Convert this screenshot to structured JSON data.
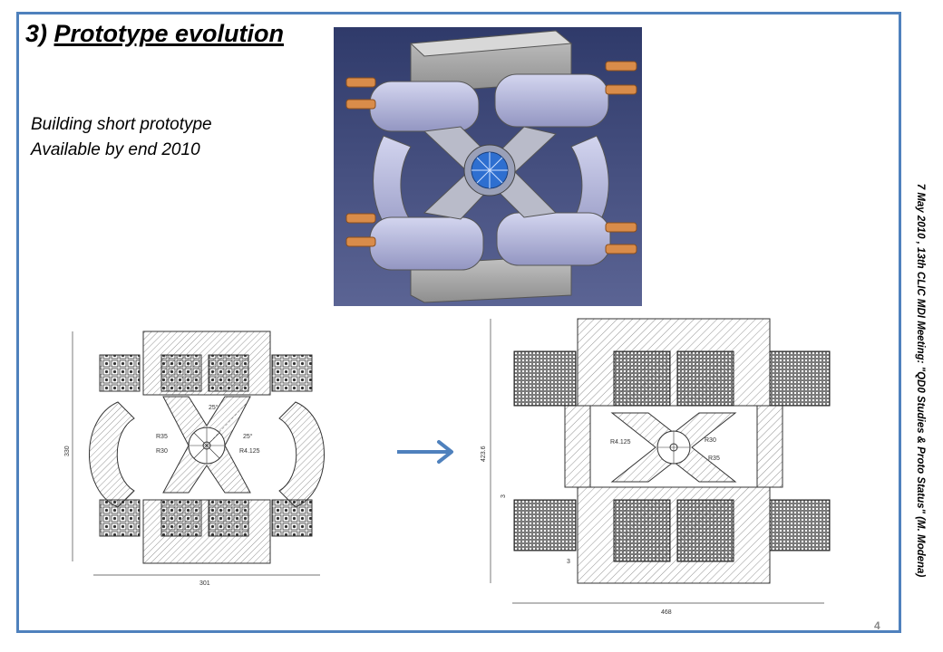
{
  "slide": {
    "title_prefix": "3) ",
    "title": "Prototype evolution",
    "subtitle_line1": "Building short prototype",
    "subtitle_line2": "Available by end 2010",
    "side_note": "7 May 2010 , 13th CLIC MDI Meeting:  \"QD0 Studies & Proto Status\" (M. Modena)",
    "page_number": "4"
  },
  "left_drawing": {
    "width_dim": "301",
    "height_dim": "330",
    "r1": "R35",
    "r2": "R30",
    "r3": "R4.125",
    "angle1": "25°",
    "angle2": "25°"
  },
  "right_drawing": {
    "width_dim": "468",
    "height_dim": "423.6",
    "gap1": "3",
    "gap2": "3",
    "r1": "R4.125",
    "r2": "R30",
    "r3": "R35"
  },
  "colors": {
    "frame": "#4f81bd",
    "arrow": "#4f81bd",
    "render_bg": "#3f4a78",
    "coil": "#d98c4a",
    "magnet": "#b3b6d8"
  },
  "icons": {
    "arrow": "right-arrow-icon"
  }
}
